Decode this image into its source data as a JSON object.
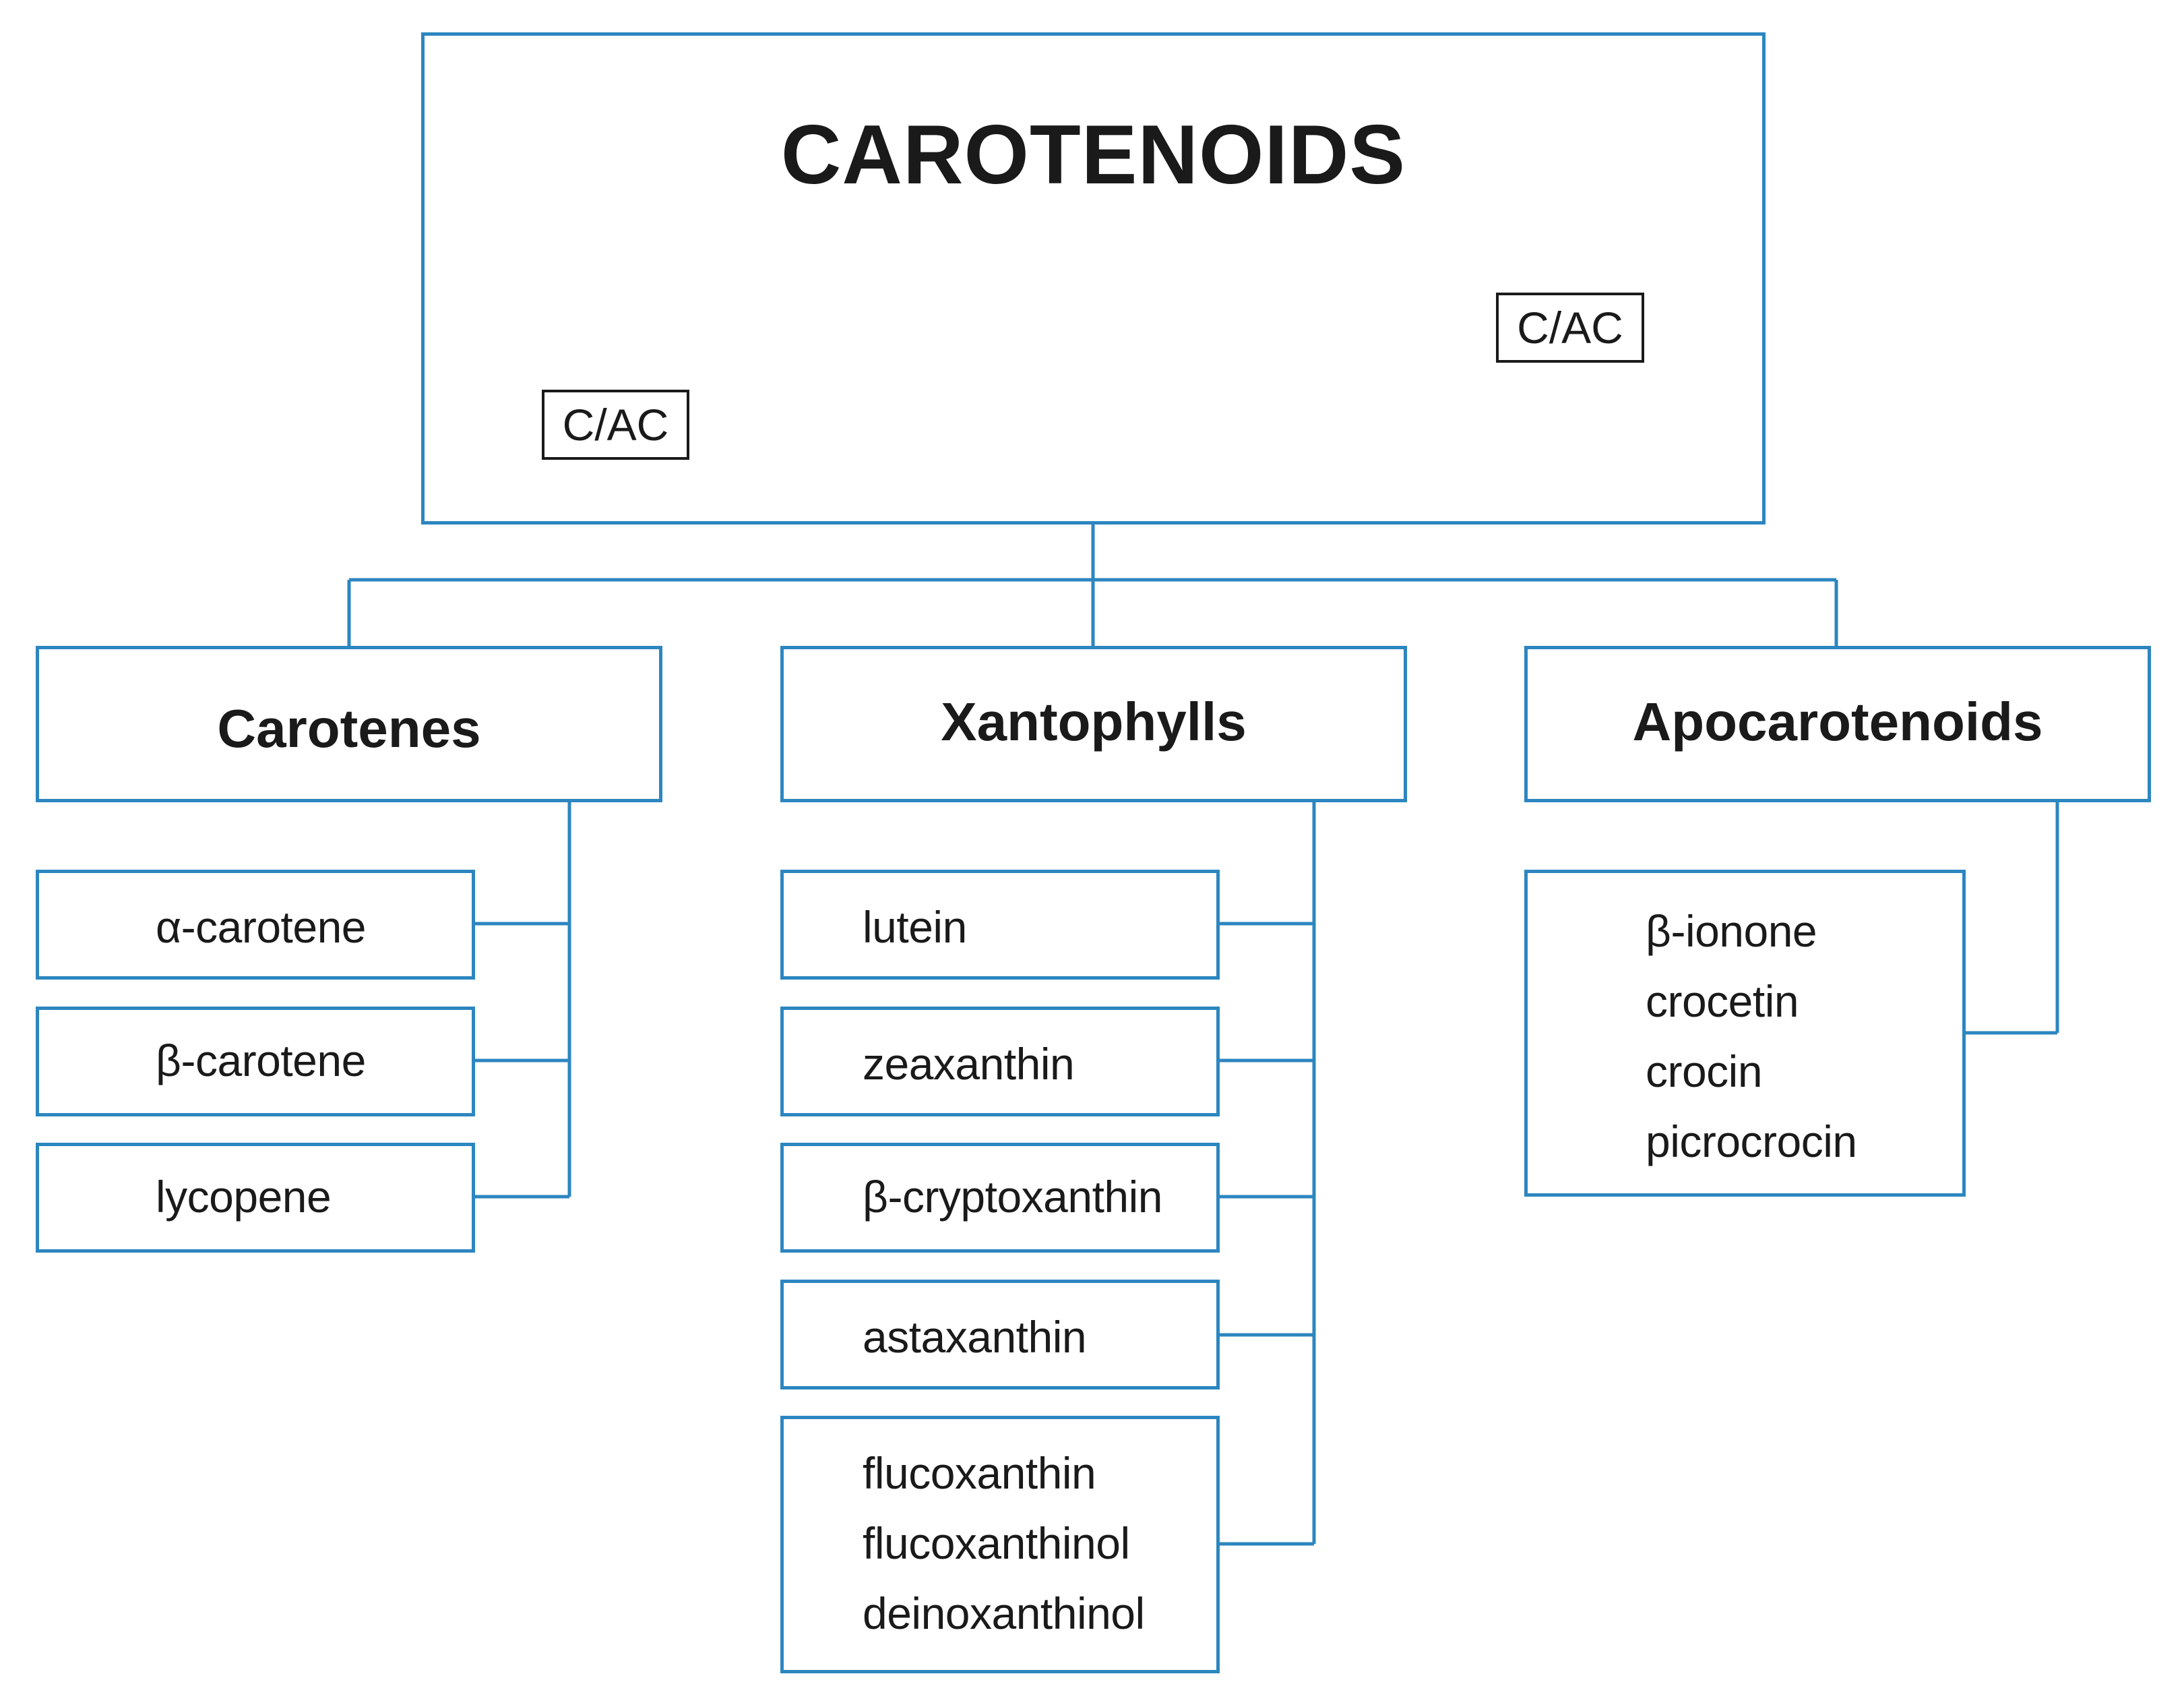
{
  "diagram": {
    "title": "CAROTENOIDS",
    "end_group_left": "C/AC",
    "end_group_right": "C/AC",
    "colors": {
      "line": "#2c86c0",
      "text": "#1a1a1a",
      "structure": "#1a1a1a"
    },
    "categories": [
      {
        "label": "Carotenes",
        "items": [
          "α-carotene",
          "β-carotene",
          "lycopene"
        ]
      },
      {
        "label": "Xantophylls",
        "items": [
          "lutein",
          "zeaxanthin",
          "β-cryptoxanthin",
          "astaxanthin"
        ],
        "group": [
          "flucoxanthin",
          "flucoxanthinol",
          "deinoxanthinol"
        ]
      },
      {
        "label": "Apocarotenoids",
        "group": [
          "β-ionone",
          "crocetin",
          "crocin",
          "picrocrocin"
        ]
      }
    ]
  }
}
